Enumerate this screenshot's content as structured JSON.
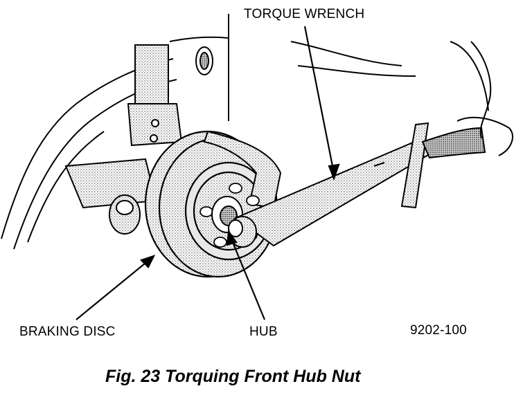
{
  "labels": {
    "torque_wrench": "TORQUE WRENCH",
    "braking_disc": "BRAKING DISC",
    "hub": "HUB",
    "figure_code": "9202-100"
  },
  "caption": "Fig. 23 Torquing Front Hub Nut",
  "colors": {
    "ink": "#000000",
    "background": "#ffffff",
    "shading": "#bdbdbd"
  }
}
